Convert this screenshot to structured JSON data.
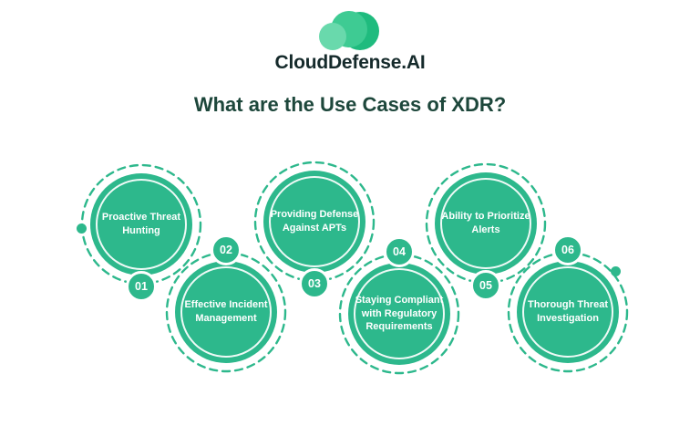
{
  "brand": {
    "wordmark": "CloudDefense.AI"
  },
  "title": "What are the Use Cases of XDR?",
  "colors": {
    "green": "#2db88c",
    "title_green": "#1d473b",
    "wordmark_dark": "#152a2b",
    "logo_dark_green": "#1fbb7e",
    "logo_mid_green": "#3ecb93",
    "logo_light_green": "#69d9ac"
  },
  "icons": {
    "logo": "cloud-circles-icon"
  },
  "nodes": [
    {
      "number": "01",
      "label": "Proactive Threat Hunting"
    },
    {
      "number": "02",
      "label": "Effective Incident Management"
    },
    {
      "number": "03",
      "label": "Providing Defense Against APTs"
    },
    {
      "number": "04",
      "label": "Staying Compliant with Regulatory Requirements"
    },
    {
      "number": "05",
      "label": "Ability to Prioritize Alerts"
    },
    {
      "number": "06",
      "label": "Thorough Threat Investigation"
    }
  ]
}
